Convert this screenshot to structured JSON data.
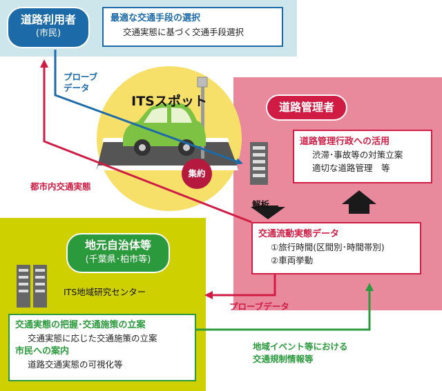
{
  "road_user": {
    "title": "道路利用者",
    "subtitle": "(市民)",
    "box_heading": "最適な交通手段の選択",
    "box_body": "交通実態に基づく交通手段選択"
  },
  "its_spot": {
    "title": "ITSスポット",
    "badge": "集約"
  },
  "road_manager": {
    "title": "道路管理者",
    "admin_heading": "道路管理行政への活用",
    "admin_items": [
      "渋滞･事故等の対策立案",
      "適切な道路管理　等"
    ],
    "analysis_label": "解析",
    "flow_heading": "交通流動実態データ",
    "flow_items": [
      "①旅行時間(区間別･時間帯別)",
      "②車両挙動"
    ]
  },
  "local_gov": {
    "title": "地元自治体等",
    "subtitle": "(千葉県･柏市等)",
    "center_label": "ITS地域研究センター",
    "heading1": "交通実態の把握･交通施策の立案",
    "body1": "交通実態に応じた交通施策の立案",
    "heading2": "市民への案内",
    "body2": "道路交通実態の可視化等"
  },
  "arrows": {
    "probe_data_line1": "プローブ",
    "probe_data_line2": "データ",
    "urban_traffic": "都市内交通実態",
    "probe_data": "プローブデータ",
    "event_line1": "地域イベント等における",
    "event_line2": "交通規制情報等"
  },
  "colors": {
    "blue": "#1c6aa8",
    "red": "#d01c44",
    "green": "#2a9a3c",
    "yellow": "#f7e06a",
    "light_blue": "#cde6ec",
    "pink": "#e8899c",
    "olive": "#cfd000"
  }
}
